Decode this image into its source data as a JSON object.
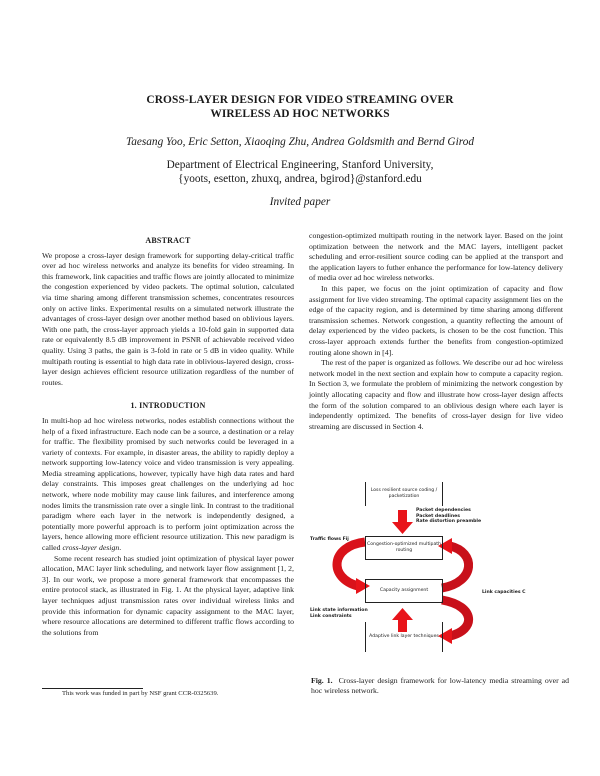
{
  "paper": {
    "title_line1": "CROSS-LAYER DESIGN FOR VIDEO STREAMING OVER",
    "title_line2": "WIRELESS AD HOC NETWORKS",
    "authors": "Taesang Yoo, Eric Setton, Xiaoqing Zhu, Andrea Goldsmith and Bernd Girod",
    "affiliation_line1": "Department of Electrical Engineering, Stanford University,",
    "affiliation_line2": "{yoots, esetton, zhuxq, andrea, bgirod}@stanford.edu",
    "invited": "Invited paper"
  },
  "abstract": {
    "heading": "ABSTRACT",
    "text": "We propose a cross-layer design framework for supporting delay-critical traffic over ad hoc wireless networks and analyze its benefits for video streaming. In this framework, link capacities and traffic flows are jointly allocated to minimize the congestion experienced by video packets. The optimal solution, calculated via time sharing among different transmission schemes, concentrates resources only on active links. Experimental results on a simulated network illustrate the advantages of cross-layer design over another method based on oblivious layers. With one path, the cross-layer approach yields a 10-fold gain in supported data rate or equivalently 8.5 dB improvement in PSNR of achievable received video quality. Using 3 paths, the gain is 3-fold in rate or 5 dB in video quality. While multipath routing is essential to high data rate in oblivious-layered design, cross-layer design achieves efficient resource utilization regardless of the number of routes."
  },
  "introduction": {
    "heading": "1. INTRODUCTION",
    "p1_pre": "In multi-hop ad hoc wireless networks, nodes establish connections without the help of a fixed infrastructure. Each node can be a source, a destination or a relay for traffic. The flexibility promised by such networks could be leveraged in a variety of contexts. For example, in disaster areas, the ability to rapidly deploy a network supporting low-latency voice and video transmission is very appealing. Media streaming applications, however, typically have high data rates and hard delay constraints. This imposes great challenges on the underlying ad hoc network, where node mobility may cause link failures, and interference among nodes limits the transmission rate over a single link. In contrast to the traditional paradigm where each layer in the network is independently designed, a potentially more powerful approach is to perform joint optimization across the layers, hence allowing more efficient resource utilization. This new paradigm is called ",
    "p1_em": "cross-layer design",
    "p1_post": ".",
    "p2": "Some recent research has studied joint optimization of physical layer power allocation, MAC layer link scheduling, and network layer flow assignment [1, 2, 3]. In our work, we propose a more general framework that encompasses the entire protocol stack, as illustrated in Fig. 1. At the physical layer, adaptive link layer techniques adjust transmission rates over individual wireless links and provide this information for dynamic capacity assignment to the MAC layer, where resource allocations are determined to different traffic flows according to the solutions from",
    "p3_cont": "congestion-optimized multipath routing in the network layer. Based on the joint optimization between the network and the MAC layers, intelligent packet scheduling and error-resilient source coding can be applied at the transport and the application layers to futher enhance the performance for low-latency delivery of media over ad hoc wireless networks.",
    "p4": "In this paper, we focus on the joint optimization of capacity and flow assignment for live video streaming. The optimal capacity assignment lies on the edge of the capacity region, and is determined by time sharing among different transmission schemes. Network congestion, a quantity reflecting the amount of delay experienced by the video packets, is chosen to be the cost function. This cross-layer approach extends further the benefits from congestion-optimized routing alone shown in [4].",
    "p5": "The rest of the paper is organized as follows. We describe our ad hoc wireless network model in the next section and explain how to compute a capacity region. In Section 3, we formulate the problem of minimizing the network congestion by jointly allocating capacity and flow and illustrate how cross-layer design affects the form of the solution compared to an oblivious design where each layer is independently optimized. The benefits of cross-layer design for live video streaming are discussed in Section 4."
  },
  "footnote": "This work was funded in part by NSF grant CCR-0325639.",
  "figure": {
    "box_source": "Loss resilient source coding / packetization",
    "label_packet": "Packet dependencies\nPacket deadlines\nRate distortion preamble",
    "label_traffic": "Traffic flows Fij",
    "box_routing": "Congestion-optimized multipath routing",
    "box_capacity": "Capacity assignment",
    "label_link_cap": "Link capacities C",
    "label_link_state": "Link state information\nLink constraints",
    "box_adaptive": "Adaptive link layer techniques",
    "arrow_color": "#e8141a",
    "caption_label": "Fig. 1.",
    "caption_text": "Cross-layer design framework for low-latency media streaming over ad hoc wireless network."
  }
}
